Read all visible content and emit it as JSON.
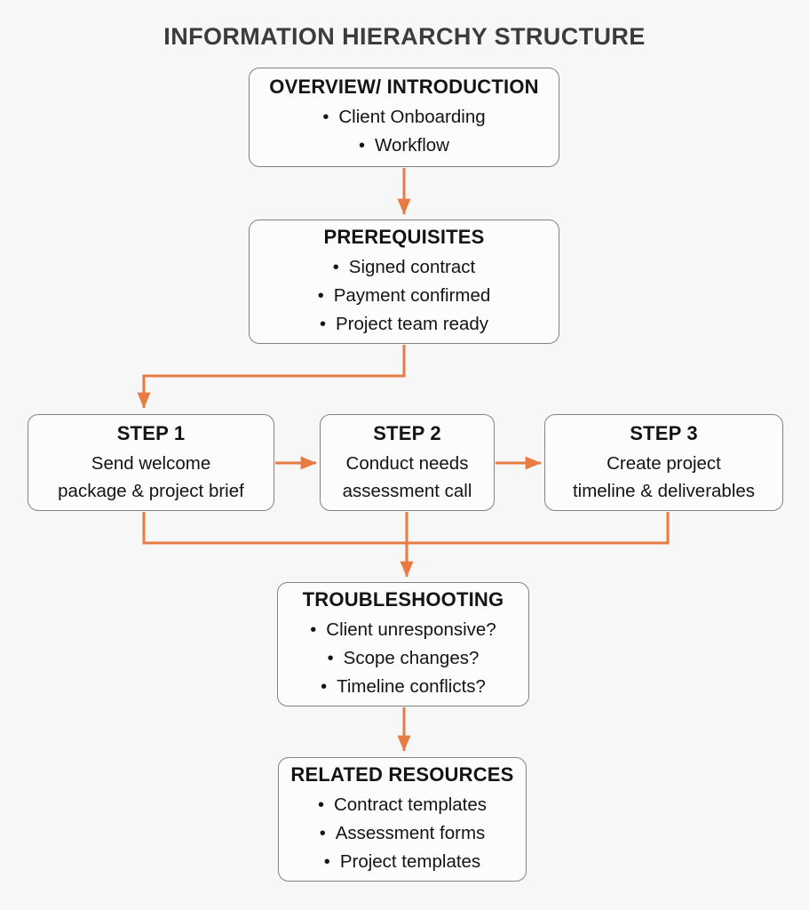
{
  "title": "INFORMATION HIERARCHY STRUCTURE",
  "colors": {
    "background": "#F7F7F7",
    "box_fill": "#FCFCFC",
    "box_border": "#828282",
    "arrow": "#E87B42",
    "title_text": "#3C3C3C",
    "text": "#141414"
  },
  "nodes": {
    "overview": {
      "heading": "OVERVIEW/ INTRODUCTION",
      "bullets": [
        "Client Onboarding",
        "Workflow"
      ]
    },
    "prerequisites": {
      "heading": "PREREQUISITES",
      "bullets": [
        "Signed contract",
        "Payment confirmed",
        "Project team ready"
      ]
    },
    "step1": {
      "heading": "STEP 1",
      "lines": [
        "Send welcome",
        "package & project brief"
      ]
    },
    "step2": {
      "heading": "STEP 2",
      "lines": [
        "Conduct needs",
        "assessment call"
      ]
    },
    "step3": {
      "heading": "STEP 3",
      "lines": [
        "Create project",
        "timeline & deliverables"
      ]
    },
    "troubleshooting": {
      "heading": "TROUBLESHOOTING",
      "bullets": [
        "Client unresponsive?",
        "Scope changes?",
        "Timeline conflicts?"
      ]
    },
    "resources": {
      "heading": "RELATED RESOURCES",
      "bullets": [
        "Contract templates",
        "Assessment forms",
        "Project templates"
      ]
    }
  }
}
